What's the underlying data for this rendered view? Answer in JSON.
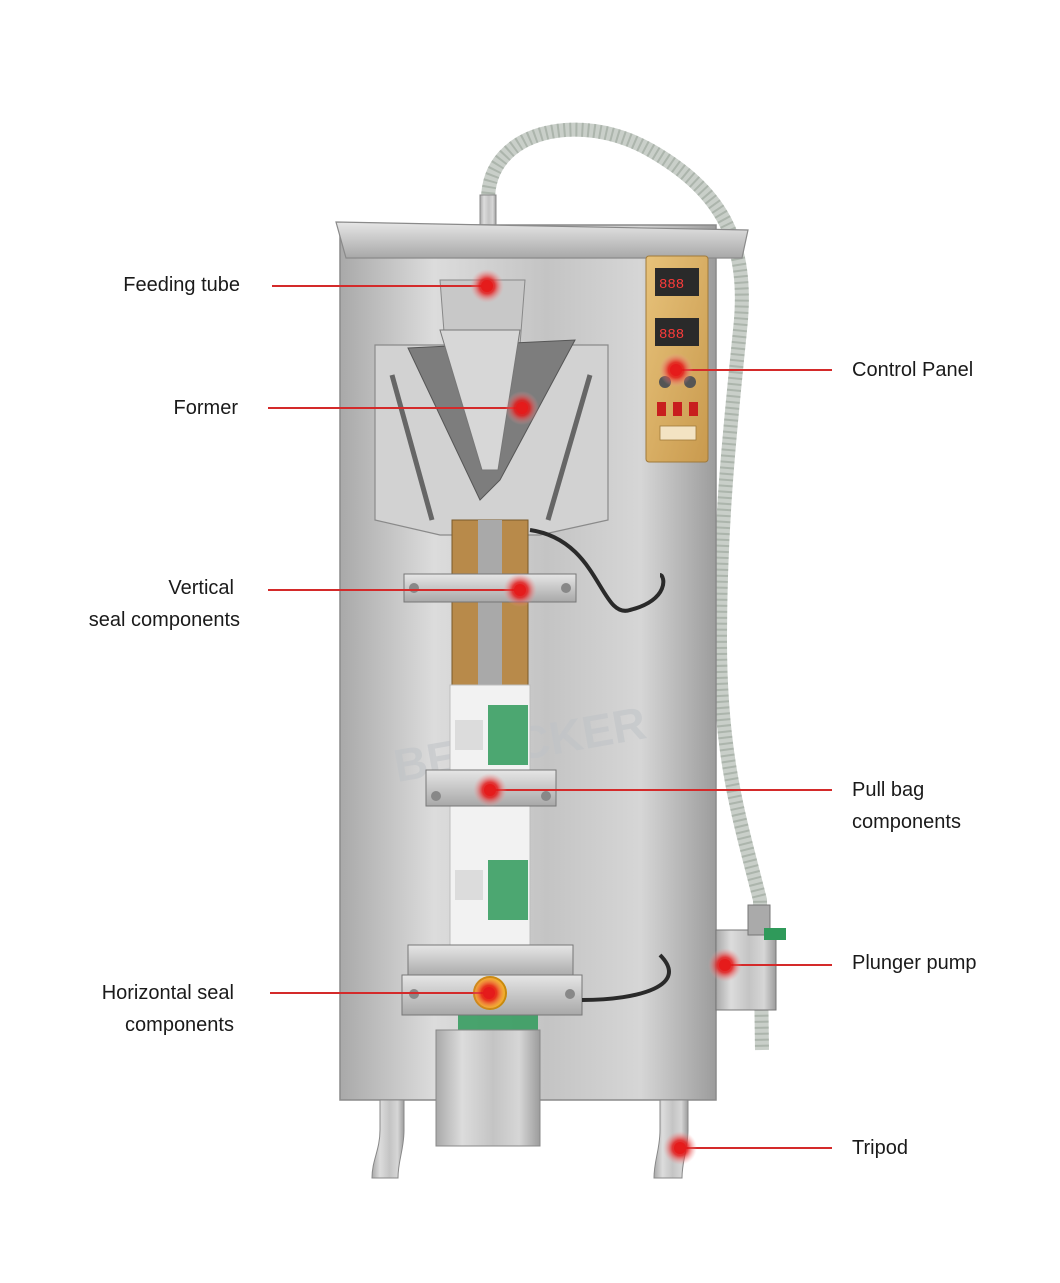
{
  "colors": {
    "callout_line": "#d42a2a",
    "marker_core": "#e51b1b",
    "marker_halo": "#f3a0a0",
    "steel_light": "#d9d9d9",
    "steel_mid": "#b8b8b8",
    "steel_dark": "#8e8e8e",
    "panel_gold": "#d9b36b",
    "seal_bronze": "#b88a4a",
    "bag_green": "#2f9a5a",
    "text": "#1a1a1a"
  },
  "watermark": "BEPACKER",
  "labels": {
    "feeding_tube": "Feeding tube",
    "former": "Former",
    "vertical_seal_1": "Vertical",
    "vertical_seal_2": "seal components",
    "horizontal_seal_1": "Horizontal seal",
    "horizontal_seal_2": "components",
    "control_panel": "Control Panel",
    "pull_bag_1": "Pull bag",
    "pull_bag_2": "components",
    "plunger_pump": "Plunger pump",
    "tripod": "Tripod"
  }
}
